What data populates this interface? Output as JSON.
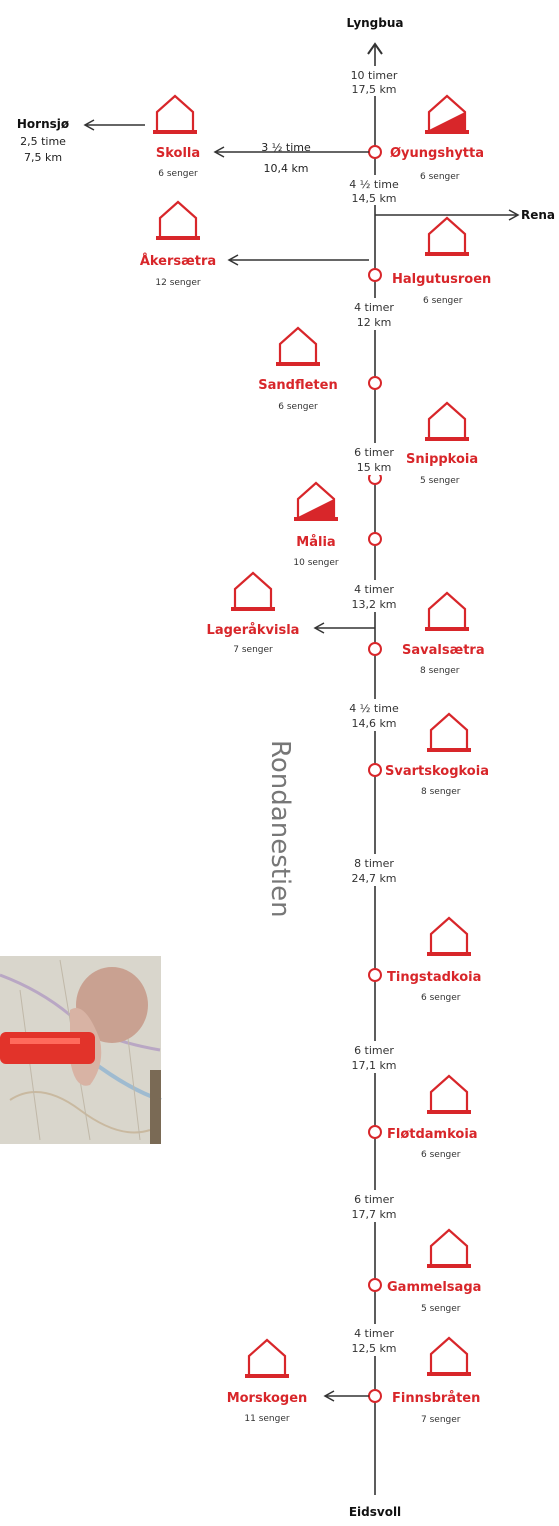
{
  "trail_name": "Rondanestien",
  "ends": {
    "north": "Lyngbua",
    "south": "Eidsvoll"
  },
  "colors": {
    "hut": "#d8262a",
    "line": "#333333",
    "text": "#333333"
  },
  "cabins": [
    {
      "name": "Øyungshytta",
      "beds": "6 senger",
      "icon": "hut-staffed-icon"
    },
    {
      "name": "Halgutusroen",
      "beds": "6 senger",
      "icon": "hut-icon"
    },
    {
      "name": "Sandfleten",
      "beds": "6 senger",
      "icon": "hut-icon"
    },
    {
      "name": "Snippkoia",
      "beds": "5 senger",
      "icon": "hut-icon"
    },
    {
      "name": "Målia",
      "beds": "10 senger",
      "icon": "hut-staffed-icon"
    },
    {
      "name": "Savalsætra",
      "beds": "8 senger",
      "icon": "hut-icon"
    },
    {
      "name": "Svartskogkoia",
      "beds": "8 senger",
      "icon": "hut-icon"
    },
    {
      "name": "Tingstadkoia",
      "beds": "6 senger",
      "icon": "hut-icon"
    },
    {
      "name": "Fløtdamkoia",
      "beds": "6 senger",
      "icon": "hut-icon"
    },
    {
      "name": "Gammelsaga",
      "beds": "5 senger",
      "icon": "hut-icon"
    },
    {
      "name": "Finnsbråten",
      "beds": "7 senger",
      "icon": "hut-icon"
    }
  ],
  "side_cabins": [
    {
      "name": "Skolla",
      "beds": "6 senger",
      "icon": "hut-icon"
    },
    {
      "name": "Åkersætra",
      "beds": "12 senger",
      "icon": "hut-icon"
    },
    {
      "name": "Lageråkvisla",
      "beds": "7 senger",
      "icon": "hut-icon"
    },
    {
      "name": "Morskogen",
      "beds": "11 senger",
      "icon": "hut-icon"
    }
  ],
  "segments": [
    {
      "time": "10 timer",
      "dist": "17,5 km"
    },
    {
      "time": "4 ½ time",
      "dist": "14,5 km"
    },
    {
      "time": "4 timer",
      "dist": "12 km"
    },
    {
      "time": "6 timer",
      "dist": "15 km"
    },
    {
      "time": "4 timer",
      "dist": "13,2 km"
    },
    {
      "time": "4 ½ time",
      "dist": "14,6 km"
    },
    {
      "time": "8 timer",
      "dist": "24,7 km"
    },
    {
      "time": "6 timer",
      "dist": "17,1 km"
    },
    {
      "time": "6 timer",
      "dist": "17,7 km"
    },
    {
      "time": "4 timer",
      "dist": "12,5 km"
    }
  ],
  "branch_skolla": {
    "time": "3 ½ time",
    "dist": "10,4 km"
  },
  "hornsjo": {
    "name": "Hornsjø",
    "time": "2,5 time",
    "dist": "7,5 km"
  },
  "rena": {
    "name": "Rena"
  }
}
